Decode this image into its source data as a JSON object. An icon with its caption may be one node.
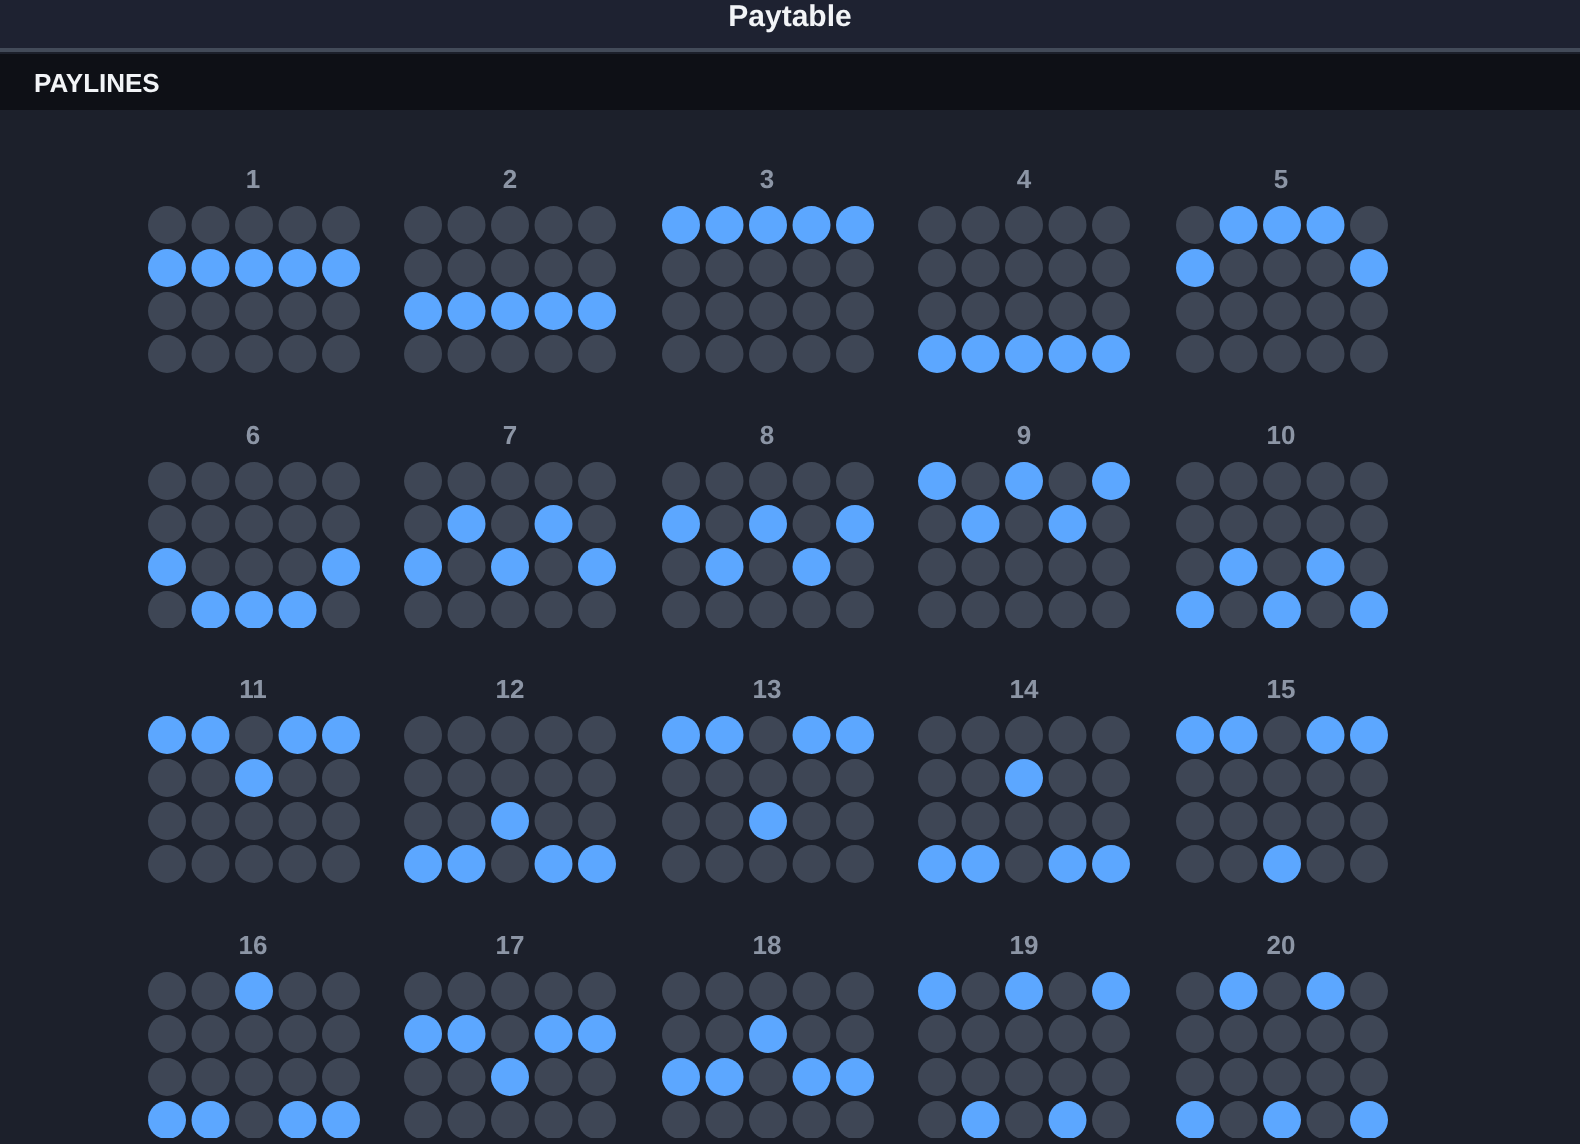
{
  "diagram": {
    "title": "Paytable",
    "nodes": [
      {
        "text": [
          "PAYLINES"
        ]
      }
    ],
    "labels": [
      "1",
      "2",
      "3",
      "4",
      "5",
      "6",
      "7",
      "8",
      "9",
      "10",
      "11",
      "12",
      "13",
      "14",
      "15",
      "16",
      "17",
      "18",
      "19",
      "20"
    ]
  }
}
